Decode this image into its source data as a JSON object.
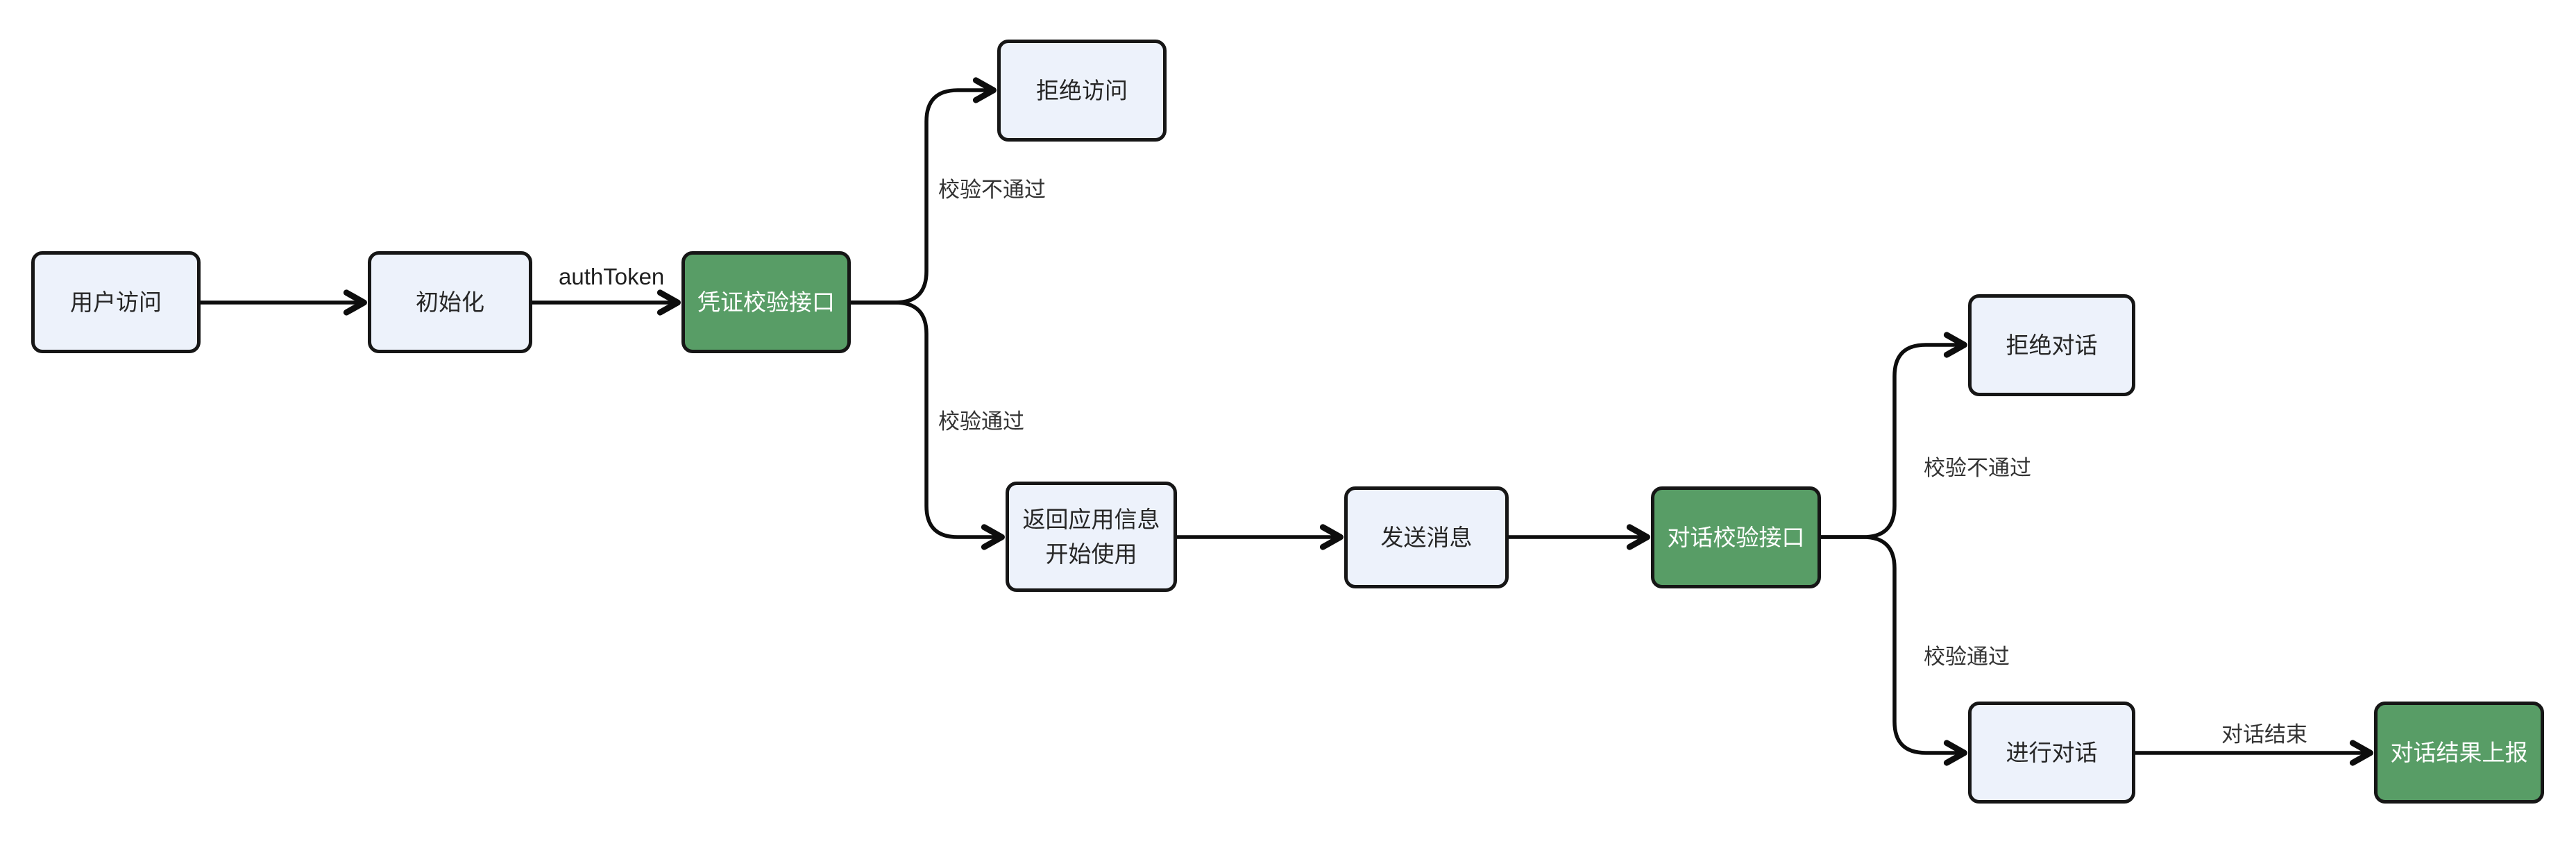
{
  "diagram": {
    "type": "flowchart",
    "direction": "left-to-right",
    "background": "#ffffff",
    "colors": {
      "node_fill": "#EDF2FB",
      "node_border": "#161616",
      "node_text": "#262626",
      "accent_node_fill": "#589D66",
      "accent_node_text": "#ffffff",
      "edge_stroke": "#0d0d0d",
      "edge_label_text": "#333333"
    },
    "nodes": [
      {
        "id": "user-access",
        "label": "用户访问",
        "type": "default"
      },
      {
        "id": "init",
        "label": "初始化",
        "type": "default"
      },
      {
        "id": "credential-check-api",
        "label": "凭证校验接口",
        "type": "accent"
      },
      {
        "id": "deny-access",
        "label": "拒绝访问",
        "type": "default"
      },
      {
        "id": "return-app-info",
        "label": "返回应用信息\n开始使用",
        "type": "default"
      },
      {
        "id": "send-message",
        "label": "发送消息",
        "type": "default"
      },
      {
        "id": "dialog-check-api",
        "label": "对话校验接口",
        "type": "accent"
      },
      {
        "id": "deny-dialog",
        "label": "拒绝对话",
        "type": "default"
      },
      {
        "id": "do-dialog",
        "label": "进行对话",
        "type": "default"
      },
      {
        "id": "dialog-result-report",
        "label": "对话结果上报",
        "type": "accent"
      }
    ],
    "edges": [
      {
        "from": "user-access",
        "to": "init",
        "label": ""
      },
      {
        "from": "init",
        "to": "credential-check-api",
        "label": "authToken"
      },
      {
        "from": "credential-check-api",
        "to": "deny-access",
        "label": "校验不通过"
      },
      {
        "from": "credential-check-api",
        "to": "return-app-info",
        "label": "校验通过"
      },
      {
        "from": "return-app-info",
        "to": "send-message",
        "label": ""
      },
      {
        "from": "send-message",
        "to": "dialog-check-api",
        "label": ""
      },
      {
        "from": "dialog-check-api",
        "to": "deny-dialog",
        "label": "校验不通过"
      },
      {
        "from": "dialog-check-api",
        "to": "do-dialog",
        "label": "校验通过"
      },
      {
        "from": "do-dialog",
        "to": "dialog-result-report",
        "label": "对话结束"
      }
    ]
  }
}
